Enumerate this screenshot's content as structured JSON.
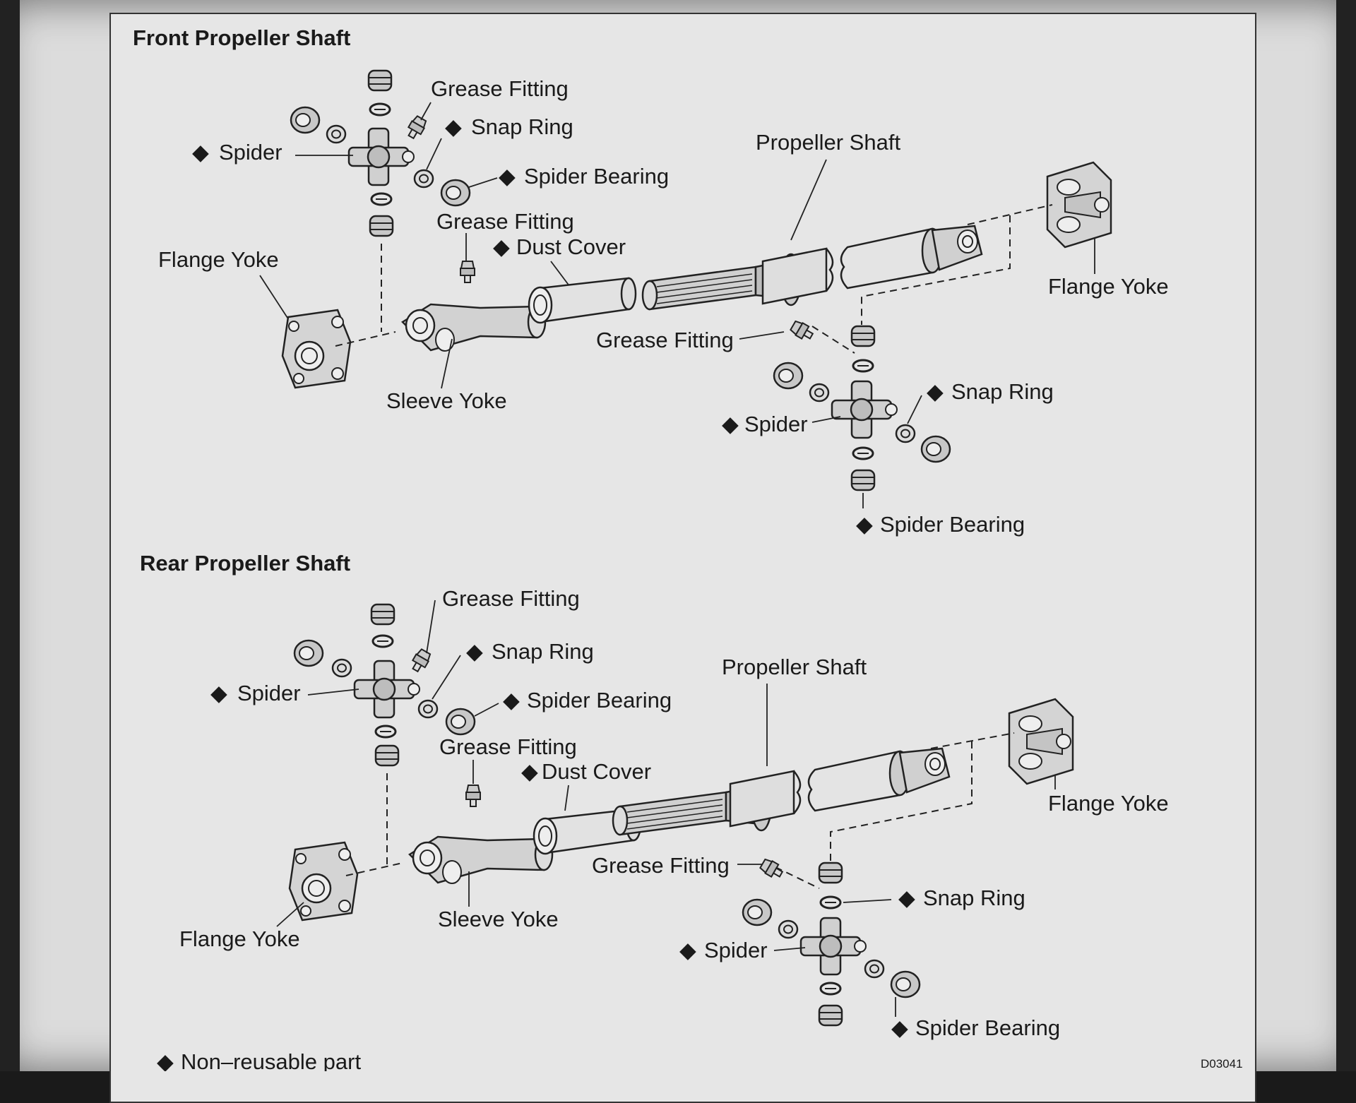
{
  "front": {
    "title": "Front Propeller Shaft",
    "labels": {
      "grease_fitting_1": "Grease Fitting",
      "snap_ring_1": "Snap Ring",
      "spider_1": "Spider",
      "spider_bearing_1": "Spider Bearing",
      "propeller_shaft": "Propeller Shaft",
      "grease_fitting_2": "Grease Fitting",
      "dust_cover": "Dust Cover",
      "flange_yoke_left": "Flange Yoke",
      "flange_yoke_right": "Flange Yoke",
      "grease_fitting_3": "Grease Fitting",
      "sleeve_yoke": "Sleeve Yoke",
      "snap_ring_2": "Snap Ring",
      "spider_2": "Spider",
      "spider_bearing_2": "Spider Bearing"
    }
  },
  "rear": {
    "title": "Rear Propeller Shaft",
    "labels": {
      "grease_fitting_1": "Grease Fitting",
      "snap_ring_1": "Snap Ring",
      "spider_1": "Spider",
      "spider_bearing_1": "Spider Bearing",
      "propeller_shaft": "Propeller Shaft",
      "grease_fitting_2": "Grease Fitting",
      "dust_cover": "Dust Cover",
      "flange_yoke_right": "Flange Yoke",
      "grease_fitting_3": "Grease Fitting",
      "snap_ring_2": "Snap Ring",
      "sleeve_yoke": "Sleeve Yoke",
      "flange_yoke_left": "Flange Yoke",
      "spider_2": "Spider",
      "spider_bearing_2": "Spider Bearing"
    }
  },
  "legend": {
    "symbol": "◆",
    "text": "Non–reusable part"
  },
  "figure_code": "D03041"
}
